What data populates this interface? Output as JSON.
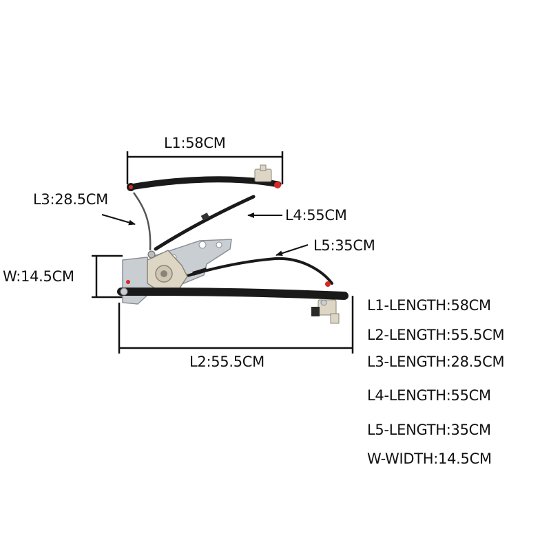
{
  "dimension_labels": {
    "l1": "L1:58CM",
    "l2": "L2:55.5CM",
    "l3": "L3:28.5CM",
    "l4": "L4:55CM",
    "l5": "L5:35CM",
    "w": "W:14.5CM"
  },
  "spec_list": [
    "L1-LENGTH:58CM",
    "L2-LENGTH:55.5CM",
    "L3-LENGTH:28.5CM",
    "L4-LENGTH:55CM",
    "L5-LENGTH:35CM",
    "W-WIDTH:14.5CM"
  ],
  "colors": {
    "background": "#ffffff",
    "rail": "#1a1a1a",
    "plate": "#c9ced3",
    "gear_housing": "#ddd6c4",
    "accent_red": "#d62828",
    "dimension_line": "#111111"
  }
}
